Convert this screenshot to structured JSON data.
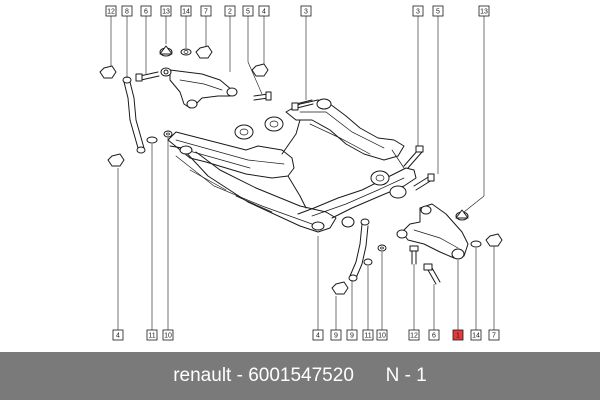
{
  "colors": {
    "footer_bg": "#7a7a7a",
    "footer_text": "#ffffff",
    "highlight_box": "#e8383a",
    "line": "#1a1a1a"
  },
  "footer": {
    "brand": "renault",
    "separator": " - ",
    "part_number": "6001547520",
    "quantity_label": "N - 1"
  },
  "callouts": [
    {
      "id": "c-top-12",
      "label": "12"
    },
    {
      "id": "c-top-8",
      "label": "8"
    },
    {
      "id": "c-top-6",
      "label": "6"
    },
    {
      "id": "c-top-13",
      "label": "13"
    },
    {
      "id": "c-top-14",
      "label": "14"
    },
    {
      "id": "c-top-7",
      "label": "7"
    },
    {
      "id": "c-top-2",
      "label": "2"
    },
    {
      "id": "c-top-5",
      "label": "5"
    },
    {
      "id": "c-top-4",
      "label": "4"
    },
    {
      "id": "c-top-3a",
      "label": "3"
    },
    {
      "id": "c-top-3b",
      "label": "3"
    },
    {
      "id": "c-top-5b",
      "label": "5"
    },
    {
      "id": "c-top-13b",
      "label": "13"
    },
    {
      "id": "c-left-4",
      "label": "4"
    },
    {
      "id": "c-left-11",
      "label": "11"
    },
    {
      "id": "c-left-10",
      "label": "10"
    },
    {
      "id": "c-bot-4",
      "label": "4"
    },
    {
      "id": "c-bot-9",
      "label": "9"
    },
    {
      "id": "c-bot-9b",
      "label": "9"
    },
    {
      "id": "c-bot-11",
      "label": "11"
    },
    {
      "id": "c-bot-10",
      "label": "10"
    },
    {
      "id": "c-bot-12",
      "label": "12"
    },
    {
      "id": "c-bot-6",
      "label": "6"
    },
    {
      "id": "c-bot-1",
      "label": "1",
      "highlight": true
    },
    {
      "id": "c-bot-14",
      "label": "14"
    },
    {
      "id": "c-bot-7",
      "label": "7"
    }
  ]
}
